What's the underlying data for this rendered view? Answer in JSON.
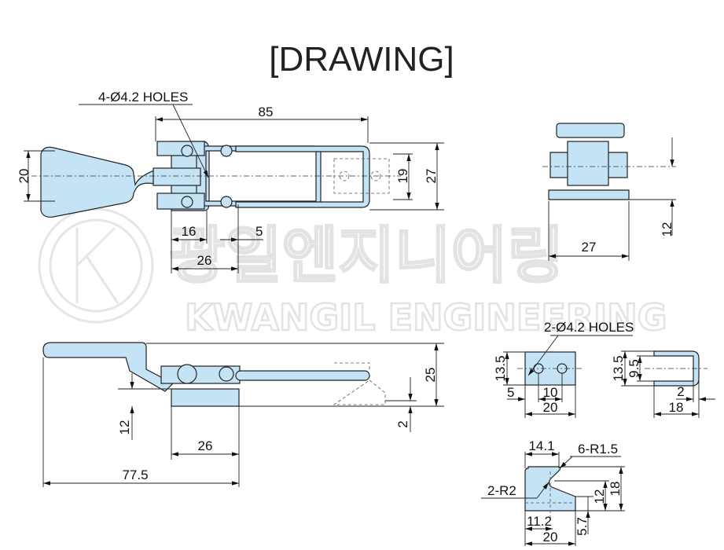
{
  "title": "[DRAWING]",
  "watermark": {
    "korean": "광일엔지니어링",
    "english": "KWANGIL ENGINEERING",
    "logo_letter": "K"
  },
  "colors": {
    "part_fill": "#c4e4f6",
    "line": "#222222",
    "watermark": "#e3e3e3"
  },
  "top_view": {
    "holes_note": "4-Ø4.2 HOLES",
    "d85": "85",
    "d20": "20",
    "d19": "19",
    "d27": "27",
    "d16": "16",
    "d5": "5",
    "d26": "26"
  },
  "end_view": {
    "d27": "27",
    "d12": "12"
  },
  "side_view": {
    "d25": "25",
    "d12": "12",
    "d2": "2",
    "d26": "26",
    "d77_5": "77.5"
  },
  "plate_view": {
    "holes_note": "2-Ø4.2 HOLES",
    "d13_5": "13.5",
    "d5": "5",
    "d10": "10",
    "d20": "20"
  },
  "hook_side_view": {
    "d13_5": "13.5",
    "d9_5": "9.5",
    "d2": "2",
    "d18": "18"
  },
  "catch_view": {
    "d14_1": "14.1",
    "r1_5": "6-R1.5",
    "r2": "2-R2",
    "d12": "12",
    "d18": "18",
    "d11_2": "11.2",
    "d5_7": "5.7",
    "d20": "20"
  }
}
